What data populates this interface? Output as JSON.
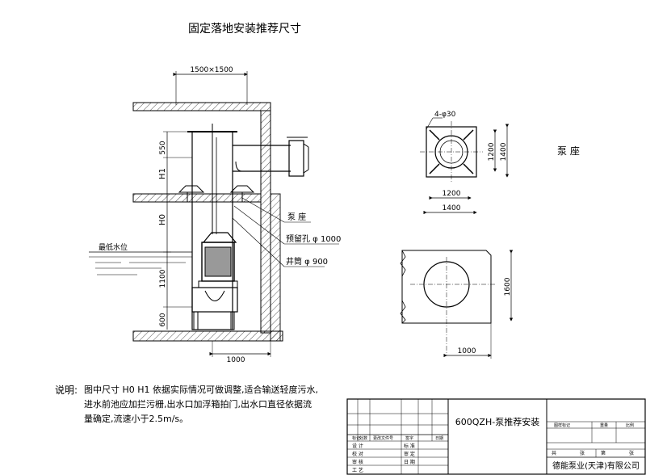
{
  "title": "固定落地安装推荐尺寸",
  "dims": {
    "top_width": "1500×1500",
    "h550": "550",
    "h1": "H1",
    "h0": "H0",
    "h1100": "1100",
    "h600": "600",
    "bottom_width": "1000",
    "plan_hole": "4-φ30",
    "plan_1200_v": "1200",
    "plan_1400_v": "1400",
    "plan_1200_h": "1200",
    "plan_1400_h": "1400",
    "pit_1600": "1600",
    "pit_1000": "1000"
  },
  "labels": {
    "water_level": "最低水位",
    "pump_base": "泵 座",
    "reserved_hole": "预留孔 φ 1000",
    "well_pipe": "井筒 φ 900",
    "plan_title": "泵 座"
  },
  "note": {
    "prefix": "说明:",
    "line1": "图中尺寸 H0 H1 依据实际情况可做调整,适合输送轻度污水,",
    "line2": "进水前池应加拦污栅,出水口加浮箱拍门,出水口直径依据流",
    "line3": "量确定,流速小于2.5m/s。"
  },
  "title_block": {
    "drawing_name": "600QZH-泵推荐安装",
    "company": "德能泵业(天津)有限公司",
    "col_headers": [
      "标记",
      "处数",
      "更改文件号",
      "签字",
      "日期"
    ],
    "left_rows": [
      "设 计",
      "校 对",
      "审 核",
      "工 艺"
    ],
    "mid_rows": [
      "标 准",
      "审 定",
      "日 期"
    ],
    "right_headers": [
      "图样标记",
      "重量",
      "比例"
    ],
    "sheet_labels": [
      "共",
      "张",
      "第",
      "张"
    ]
  }
}
